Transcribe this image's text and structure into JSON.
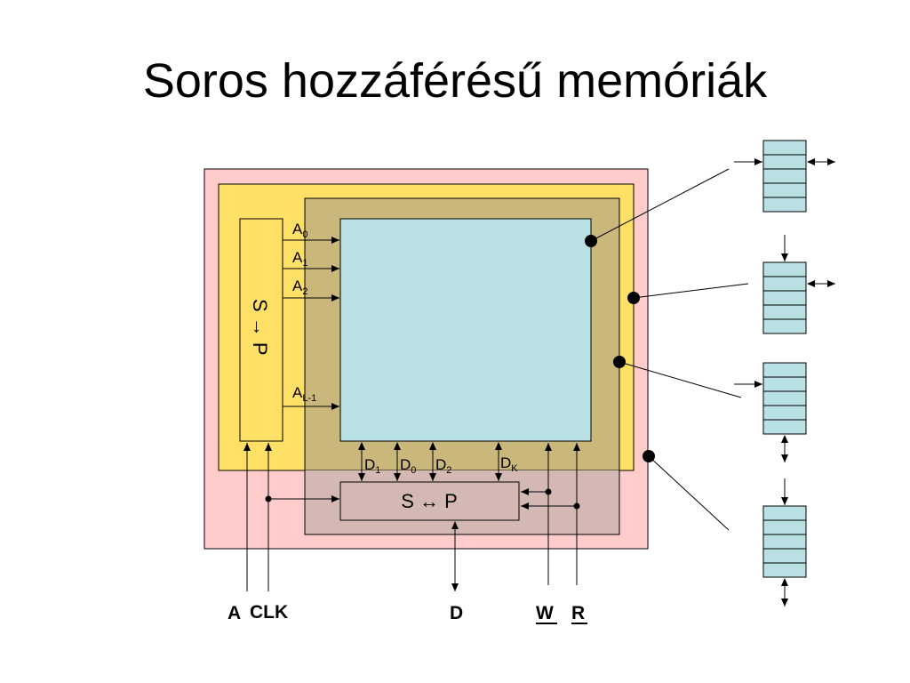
{
  "title": "Soros hozzáférésű memóriák",
  "sp_vertical": "S → P",
  "sp_horizontal": "S ↔ P",
  "address_lines": [
    {
      "base": "A",
      "sub": "0"
    },
    {
      "base": "A",
      "sub": "1"
    },
    {
      "base": "A",
      "sub": "2"
    },
    {
      "base": "A",
      "sub": "L-1"
    }
  ],
  "data_lines": [
    {
      "base": "D",
      "sub": "1"
    },
    {
      "base": "D",
      "sub": "0"
    },
    {
      "base": "D",
      "sub": "2"
    },
    {
      "base": "D",
      "sub": "K"
    }
  ],
  "pins": {
    "a": "A",
    "clk": "CLK",
    "d": "D",
    "w": "W",
    "r": "R"
  },
  "colors": {
    "outer": "#ffcccc",
    "middle": "#ffe066",
    "inner": "#c9b77c",
    "core": "#b9e0e3",
    "sp_box": "#d4b8b4",
    "shift_cells": "#b9e0e3"
  }
}
